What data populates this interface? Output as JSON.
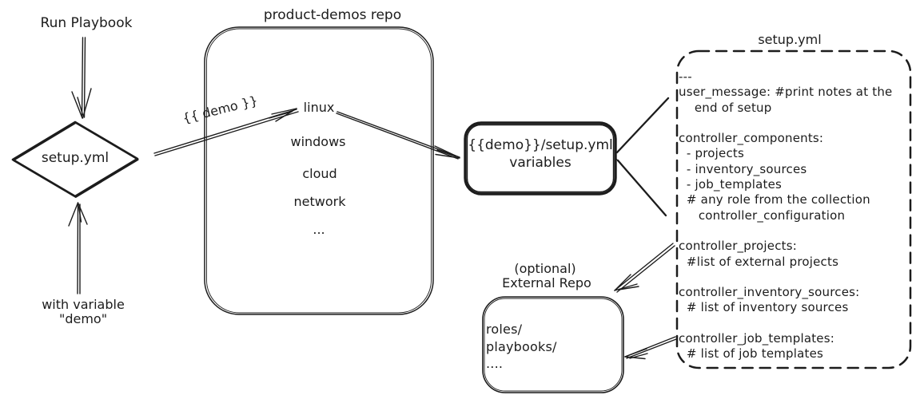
{
  "diagram": {
    "colors": {
      "ink": "#1c1c1c",
      "background": "#ffffff"
    },
    "left": {
      "run_playbook_label": "Run Playbook",
      "diamond_label": "setup.yml",
      "with_variable_line1": "with variable",
      "with_variable_line2": "\"demo\""
    },
    "repo": {
      "title": "product-demos repo",
      "items": [
        "linux",
        "windows",
        "cloud",
        "network",
        "..."
      ]
    },
    "demo_arrow_label": "{{ demo }}",
    "variables_box": {
      "line1": "{{demo}}/setup.yml",
      "line2": "variables"
    },
    "setup_file": {
      "title": "setup.yml",
      "content": "---\nuser_message: #print notes at the\n    end of setup\n\ncontroller_components:\n  - projects\n  - inventory_sources\n  - job_templates\n  # any role from the collection\n     controller_configuration\n\ncontroller_projects:\n  #list of external projects\n\ncontroller_inventory_sources:\n  # list of inventory sources\n\ncontroller_job_templates:\n  # list of job templates"
    },
    "external_repo": {
      "title_line1": "(optional)",
      "title_line2": "External Repo",
      "content": "roles/\nplaybooks/\n...."
    }
  }
}
